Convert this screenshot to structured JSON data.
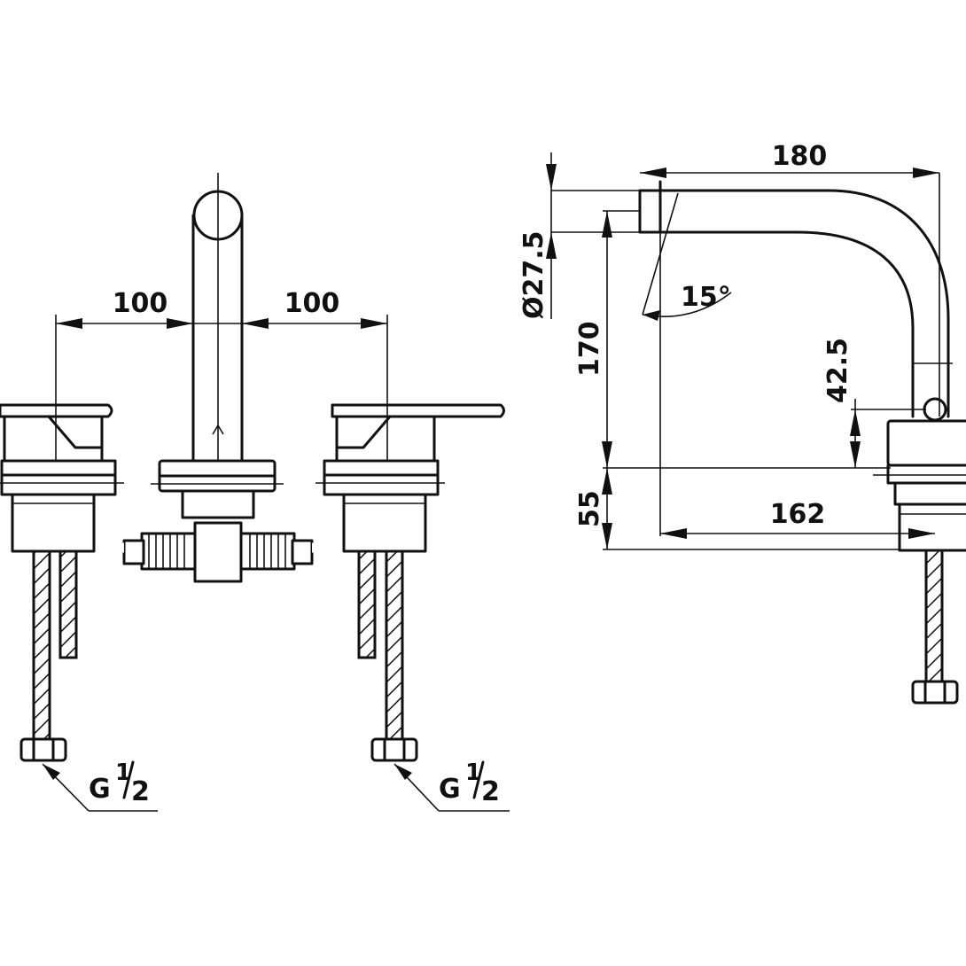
{
  "front_view": {
    "dim_left": "100",
    "dim_right": "100",
    "thread_left": {
      "letter": "G",
      "num": "1",
      "den": "2"
    },
    "thread_right": {
      "letter": "G",
      "num": "1",
      "den": "2"
    }
  },
  "side_view": {
    "dim_reach": "180",
    "dim_diameter": "Ø27.5",
    "dim_angle": "15°",
    "dim_spout_height": "170",
    "dim_lever": "42.5",
    "dim_base": "55",
    "dim_depth": "162"
  },
  "colors": {
    "line": "#111111",
    "background": "#ffffff"
  }
}
